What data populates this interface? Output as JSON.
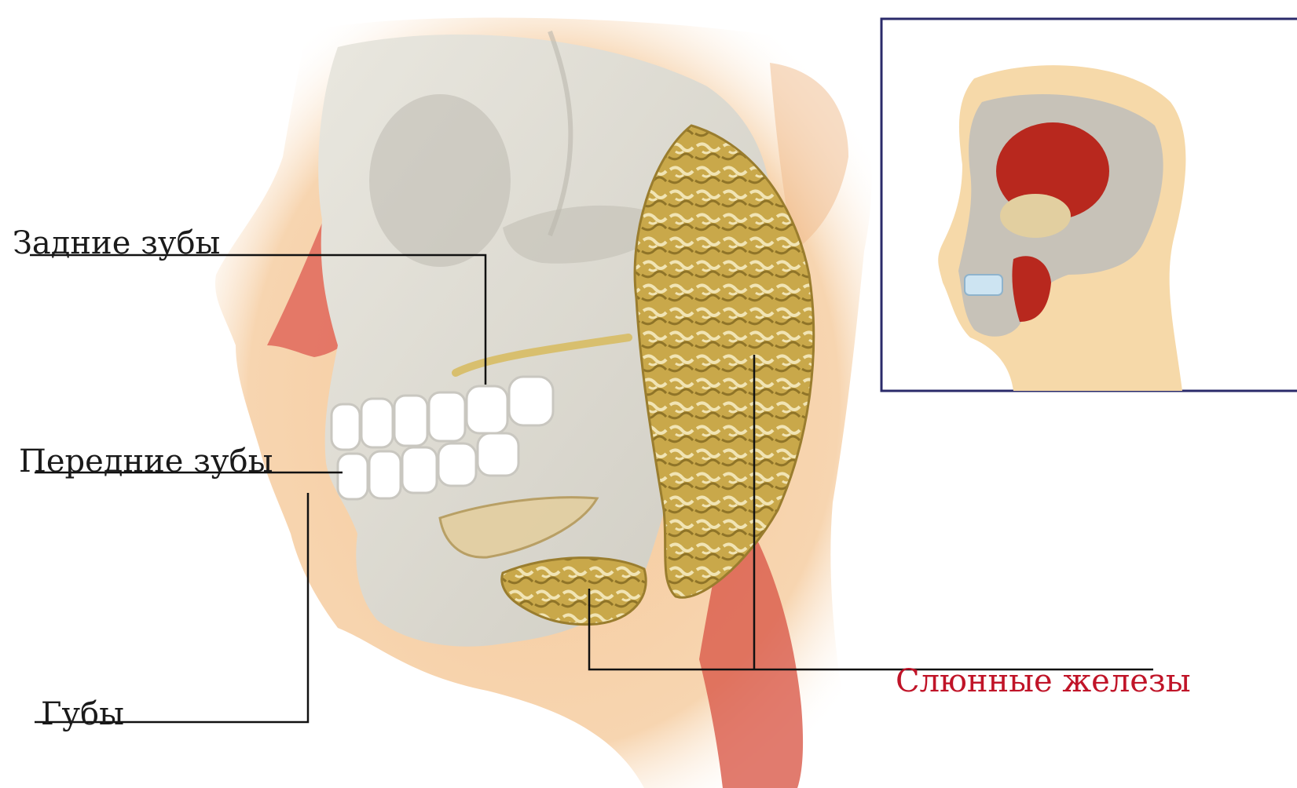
{
  "labels": {
    "back_teeth": "Задние зубы",
    "front_teeth": "Передние зубы",
    "lips": "Губы",
    "salivary_glands": "Слюнные железы"
  },
  "colors": {
    "label_text": "#1a1a1a",
    "highlight_text": "#c01428",
    "leader_line": "#111111",
    "skin": "#f6c99a",
    "bone": "#dcdad1",
    "gland": "#c9a84a",
    "muscle": "#d95a4a",
    "inset_frame": "#2a2a6a",
    "inset_muscle": "#b8281e"
  }
}
